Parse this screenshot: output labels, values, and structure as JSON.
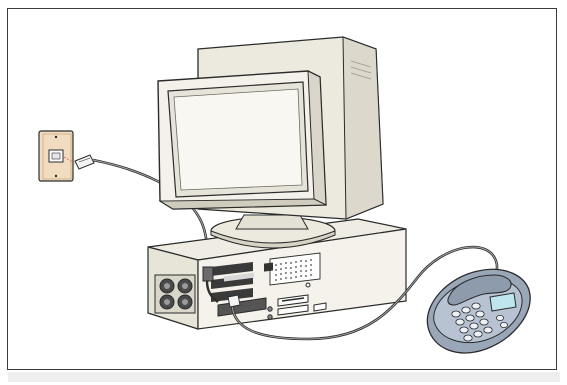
{
  "figure": {
    "subject": "computer-telephone-connection-diagram",
    "colors": {
      "frame_border": "#3b3b3b",
      "monitor_body": "#f1efe6",
      "monitor_shadow": "#d8d4c8",
      "screen": "#f7f6f1",
      "outline": "#2b2b2b",
      "wall_plate": "#f2dcc0",
      "phone_body": "#9aa7b8",
      "phone_top": "#b7c3d2",
      "phone_display": "#bfe6ee",
      "cable": "#2f2f2f"
    },
    "items": [
      {
        "name": "wall-jack",
        "icon": "phone-jack-icon"
      },
      {
        "name": "computer-monitor",
        "icon": "crt-monitor-icon"
      },
      {
        "name": "desktop-tower",
        "icon": "pc-case-icon"
      },
      {
        "name": "telephone",
        "icon": "desk-phone-icon"
      },
      {
        "name": "phone-line-cable",
        "icon": "cable-icon"
      }
    ]
  }
}
